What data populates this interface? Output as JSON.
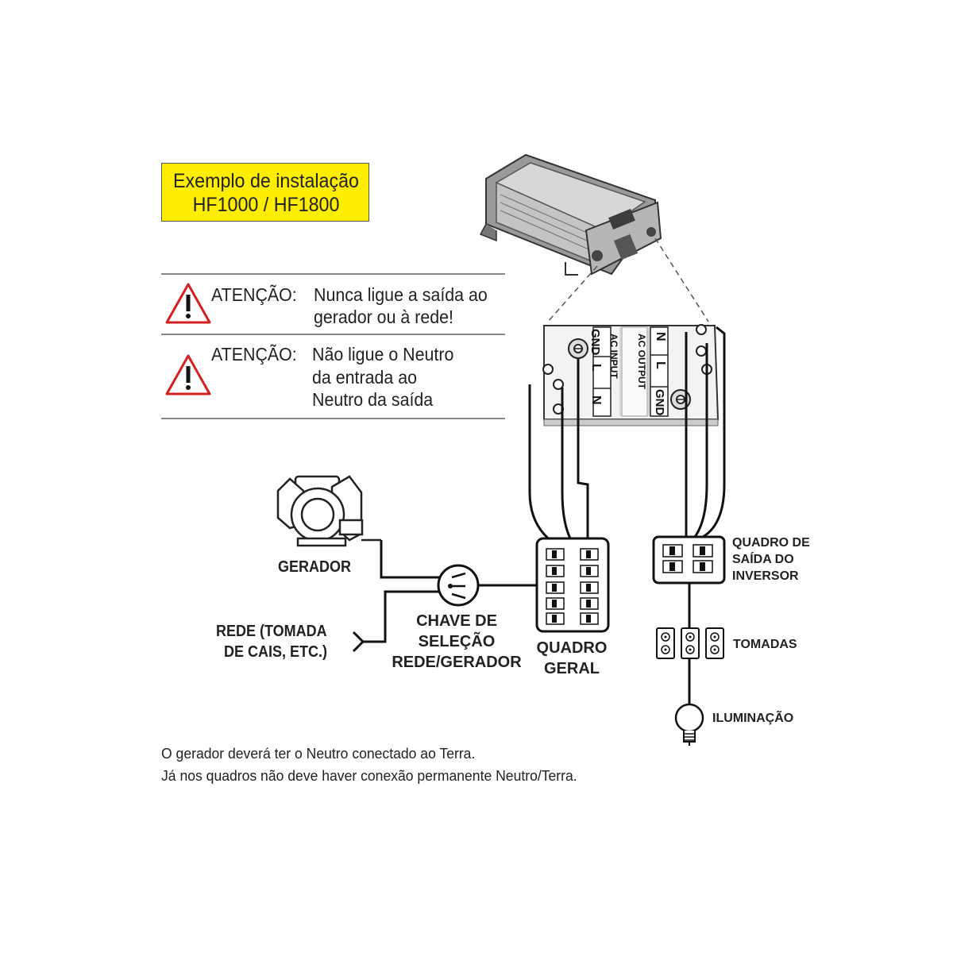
{
  "title": {
    "line1": "Exemplo de instalação",
    "line2": "HF1000 / HF1800",
    "box_color": "#ffee00"
  },
  "warnings": [
    {
      "prefix": "ATENÇÃO:",
      "lines": [
        "Nunca ligue a saída ao",
        "gerador ou à rede!"
      ],
      "icon": "warning-triangle-icon",
      "icon_color": "#d42020"
    },
    {
      "prefix": "ATENÇÃO:",
      "lines": [
        "Não ligue o Neutro",
        "da entrada ao",
        "Neutro da saída"
      ],
      "icon": "warning-triangle-icon",
      "icon_color": "#d42020"
    }
  ],
  "terminal_block": {
    "input_label": "AC INPUT",
    "output_label": "AC OUTPUT",
    "input_terminals": [
      "N",
      "L",
      "GND"
    ],
    "output_terminals": [
      "N",
      "L",
      "GND"
    ]
  },
  "labels": {
    "generator": "GERADOR",
    "grid": [
      "REDE (TOMADA",
      "DE CAIS, ETC.)"
    ],
    "selector": [
      "CHAVE DE",
      "SELEÇÃO",
      "REDE/GERADOR"
    ],
    "main_panel": [
      "QUADRO",
      "GERAL"
    ],
    "inverter_panel": [
      "QUADRO DE",
      "SAÍDA DO",
      "INVERSOR"
    ],
    "outlets": "TOMADAS",
    "lighting": "ILUMINAÇÃO"
  },
  "notes": [
    "O gerador deverá ter o Neutro conectado ao Terra.",
    "Já nos quadros não deve haver conexão permanente Neutro/Terra."
  ]
}
